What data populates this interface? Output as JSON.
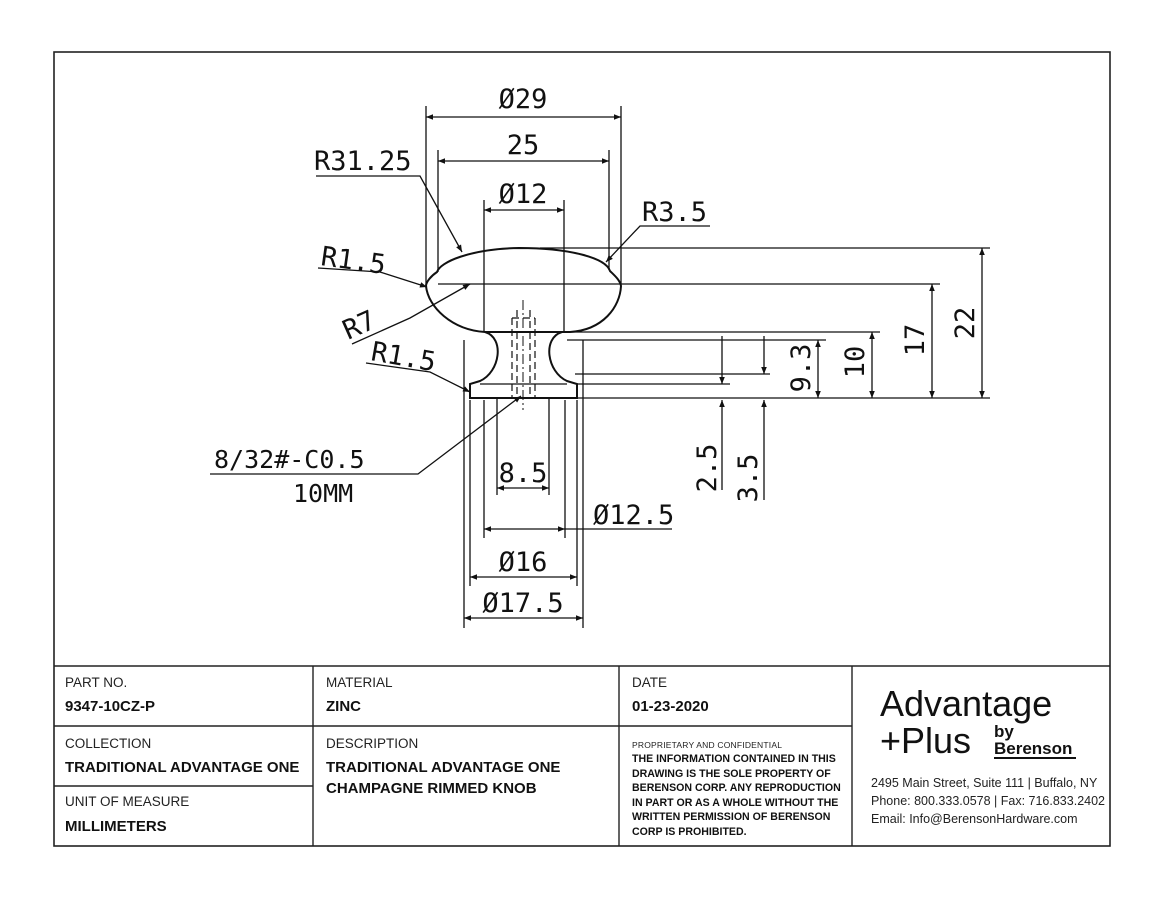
{
  "dimensions": {
    "overall_diameter": "Ø29",
    "top_width": "25",
    "inner_diameter": "Ø12",
    "crown_radius": "R31.25",
    "edge_radius_top": "R3.5",
    "rim_radius_upper": "R1.5",
    "rim_radius": "R7",
    "base_radius": "R1.5",
    "thread_note_line1": "8/32#-C0.5",
    "thread_note_line2": "10MM",
    "hole_depth": "8.5",
    "neck_diameter": "Ø12.5",
    "base_diameter": "Ø16",
    "foot_diameter": "Ø17.5",
    "base_thickness": "2.5",
    "rim_height": "3.5",
    "neck_height": "9.3",
    "neck_total": "10",
    "body_height": "17",
    "total_height": "22"
  },
  "title_block": {
    "part_no_label": "PART NO.",
    "part_no": "9347-10CZ-P",
    "material_label": "MATERIAL",
    "material": "ZINC",
    "date_label": "DATE",
    "date": "01-23-2020",
    "collection_label": "COLLECTION",
    "collection": "TRADITIONAL ADVANTAGE ONE",
    "description_label": "DESCRIPTION",
    "description_line1": "TRADITIONAL ADVANTAGE ONE",
    "description_line2": "CHAMPAGNE RIMMED KNOB",
    "unit_label": "UNIT OF MEASURE",
    "unit": "MILLIMETERS",
    "proprietary_label": "PROPRIETARY AND CONFIDENTIAL",
    "proprietary_notice": "THE INFORMATION CONTAINED IN THIS DRAWING IS THE SOLE PROPERTY OF BERENSON CORP. ANY REPRODUCTION IN PART OR AS A WHOLE WITHOUT THE WRITTEN PERMISSION OF BERENSON CORP IS PROHIBITED."
  },
  "company": {
    "logo_line1": "Advantage",
    "logo_line2": "+Plus",
    "logo_by": "by",
    "logo_brand": "Berenson",
    "address": "2495 Main Street, Suite 111 | Buffalo, NY",
    "phone": "Phone: 800.333.0578 | Fax: 716.833.2402",
    "email": "Email: Info@BerensonHardware.com"
  }
}
